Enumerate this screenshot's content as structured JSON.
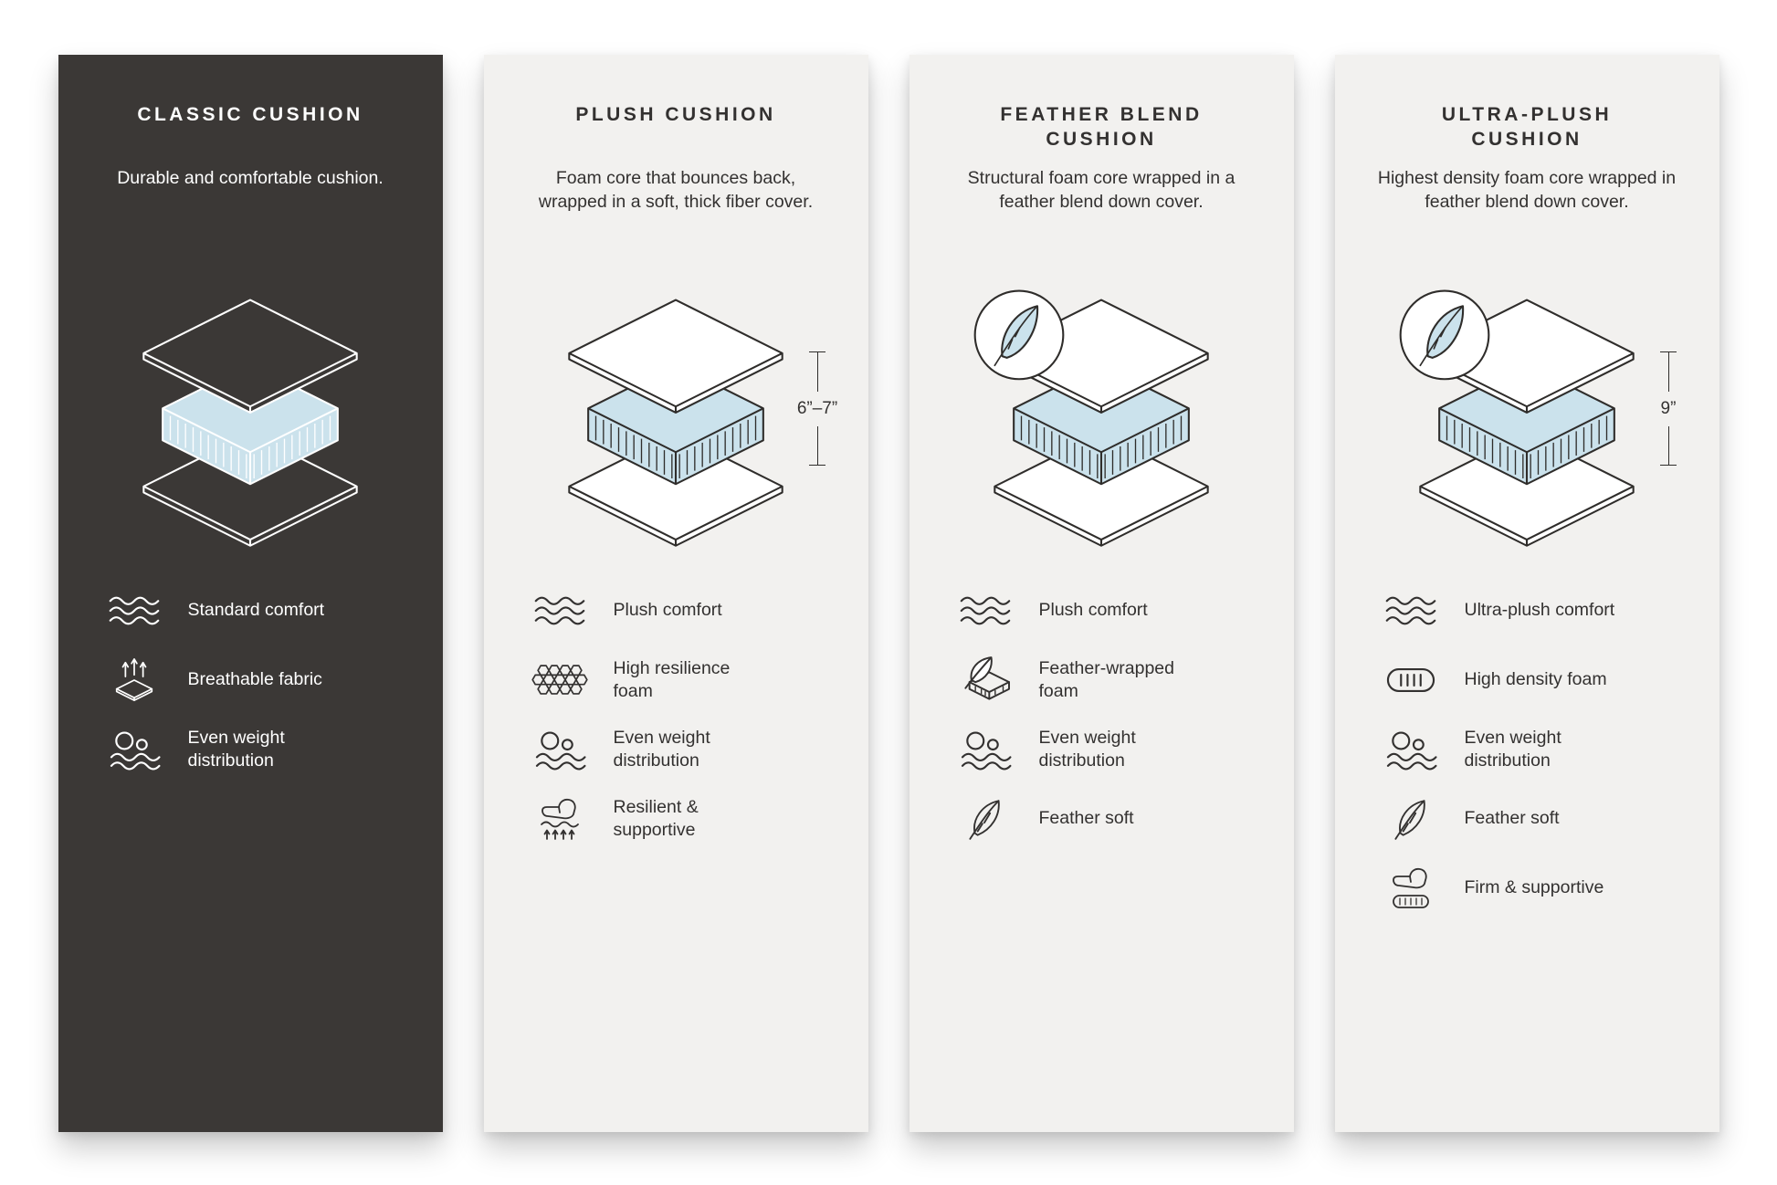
{
  "page": {
    "background": "#ffffff"
  },
  "colors": {
    "dark_card_bg": "#3b3836",
    "light_card_bg": "#f2f1ef",
    "foam_blue": "#cbe2ec",
    "line_dark": "#2f2d2b",
    "line_light": "#ffffff"
  },
  "cards": [
    {
      "title": "CLASSIC CUSHION",
      "description": "Durable and comfortable cushion.",
      "theme": "dark",
      "diagram": {
        "feather_badge": false,
        "measurement": ""
      },
      "features": [
        {
          "icon": "waves-icon",
          "label": "Standard comfort"
        },
        {
          "icon": "breathable-fabric-icon",
          "label": "Breathable fabric"
        },
        {
          "icon": "even-weight-icon",
          "label": "Even weight distribution"
        }
      ]
    },
    {
      "title": "PLUSH CUSHION",
      "description": "Foam core that bounces back, wrapped in a soft, thick fiber cover.",
      "theme": "light",
      "diagram": {
        "feather_badge": false,
        "measurement": "6”–7”"
      },
      "features": [
        {
          "icon": "waves-icon",
          "label": "Plush comfort"
        },
        {
          "icon": "honeycomb-icon",
          "label": "High resilience foam"
        },
        {
          "icon": "even-weight-icon",
          "label": "Even weight distribution"
        },
        {
          "icon": "hand-press-icon",
          "label": "Resilient & supportive"
        }
      ]
    },
    {
      "title": "FEATHER BLEND CUSHION",
      "description": "Structural foam core wrapped in a feather blend down cover.",
      "theme": "light",
      "diagram": {
        "feather_badge": true,
        "measurement": ""
      },
      "features": [
        {
          "icon": "waves-icon",
          "label": "Plush comfort"
        },
        {
          "icon": "feather-brick-icon",
          "label": "Feather-wrapped foam"
        },
        {
          "icon": "even-weight-icon",
          "label": "Even weight distribution"
        },
        {
          "icon": "feather-icon",
          "label": "Feather soft"
        }
      ]
    },
    {
      "title": "ULTRA-PLUSH CUSHION",
      "description": "Highest density foam core wrapped in feather blend down cover.",
      "theme": "light",
      "diagram": {
        "feather_badge": true,
        "measurement": "9”"
      },
      "features": [
        {
          "icon": "waves-icon",
          "label": "Ultra-plush comfort"
        },
        {
          "icon": "foam-bars-icon",
          "label": "High density foam"
        },
        {
          "icon": "even-weight-icon",
          "label": "Even weight distribution"
        },
        {
          "icon": "feather-icon",
          "label": "Feather soft"
        },
        {
          "icon": "firm-press-icon",
          "label": "Firm & supportive"
        }
      ]
    }
  ]
}
